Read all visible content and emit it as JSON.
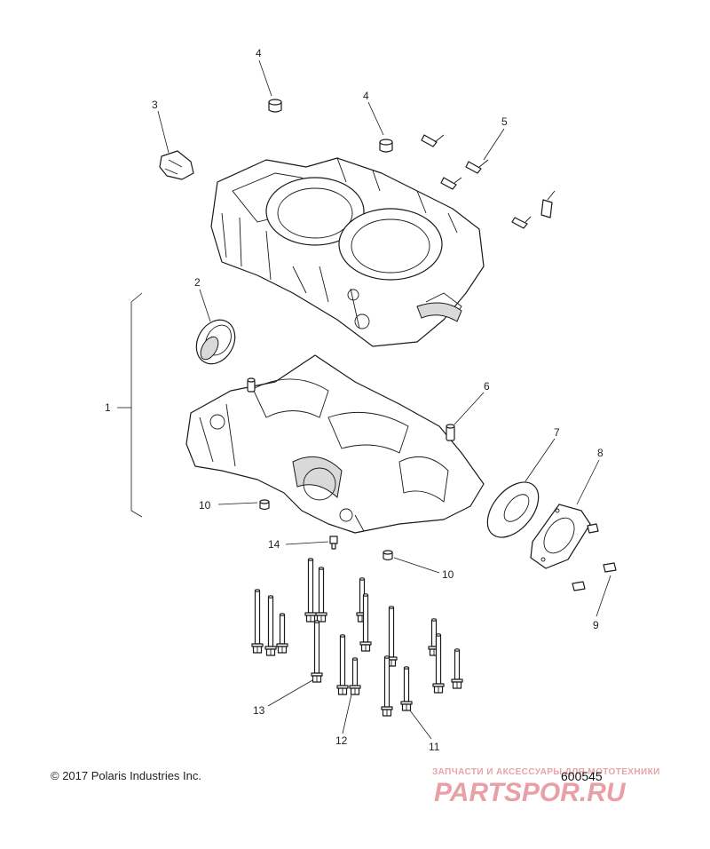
{
  "callouts": [
    {
      "id": "c1",
      "text": "1"
    },
    {
      "id": "c2",
      "text": "2"
    },
    {
      "id": "c3",
      "text": "3"
    },
    {
      "id": "c4a",
      "text": "4"
    },
    {
      "id": "c4b",
      "text": "4"
    },
    {
      "id": "c5",
      "text": "5"
    },
    {
      "id": "c6",
      "text": "6"
    },
    {
      "id": "c7",
      "text": "7"
    },
    {
      "id": "c8",
      "text": "8"
    },
    {
      "id": "c9",
      "text": "9"
    },
    {
      "id": "c10a",
      "text": "10"
    },
    {
      "id": "c10b",
      "text": "10"
    },
    {
      "id": "c11",
      "text": "11"
    },
    {
      "id": "c12",
      "text": "12"
    },
    {
      "id": "c13",
      "text": "13"
    },
    {
      "id": "c14",
      "text": "14"
    }
  ],
  "footer": {
    "copyright": "© 2017 Polaris Industries Inc.",
    "figure_number": "600545"
  },
  "watermark": {
    "tagline": "ЗАПЧАСТИ И АКСЕССУАРЫ ДЛЯ МОТОТЕХНИКИ",
    "brand": "PARTSPOR.RU"
  }
}
